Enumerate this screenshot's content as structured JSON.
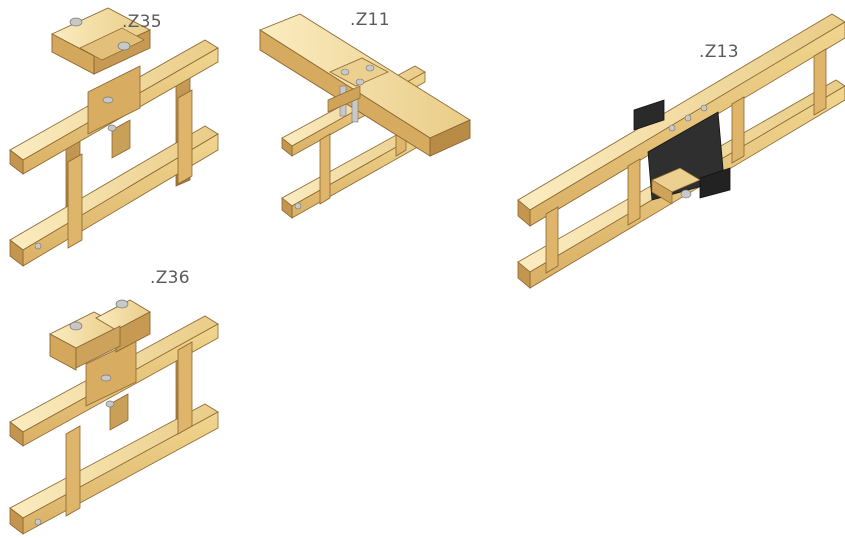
{
  "labels": {
    "z35": ".Z35",
    "z11": ".Z11",
    "z13": ".Z13",
    "z36": ".Z36"
  },
  "colors": {
    "frame_face": "#e8c77e",
    "frame_top": "#f6e2a8",
    "frame_side": "#b4884a",
    "frame_edge": "#8a6630",
    "bolt": "#c8c8c8",
    "plate_dark": "#2a2a2a",
    "label_text": "#5a5a5a"
  },
  "icons": {
    "z35": "ladder-bracket-with-clamp-icon",
    "z11": "cross-beam-joint-icon",
    "z13": "splice-plate-joint-icon",
    "z36": "ladder-bracket-with-clamp-icon"
  }
}
